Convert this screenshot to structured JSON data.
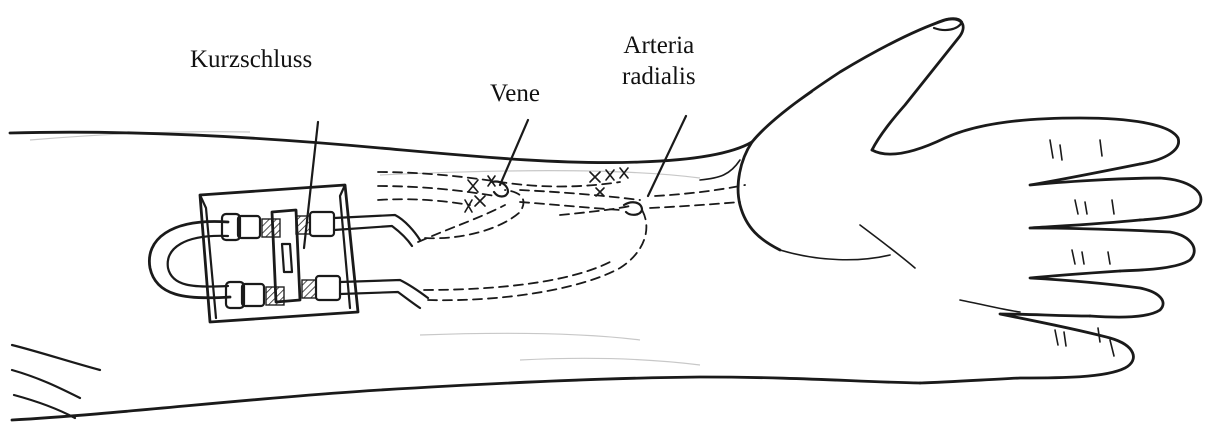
{
  "labels": {
    "shunt": "Kurzschluss",
    "vein": "Vene",
    "artery_line1": "Arteria",
    "artery_line2": "radialis"
  },
  "colors": {
    "ink": "#1a1a1a",
    "background": "#ffffff"
  }
}
